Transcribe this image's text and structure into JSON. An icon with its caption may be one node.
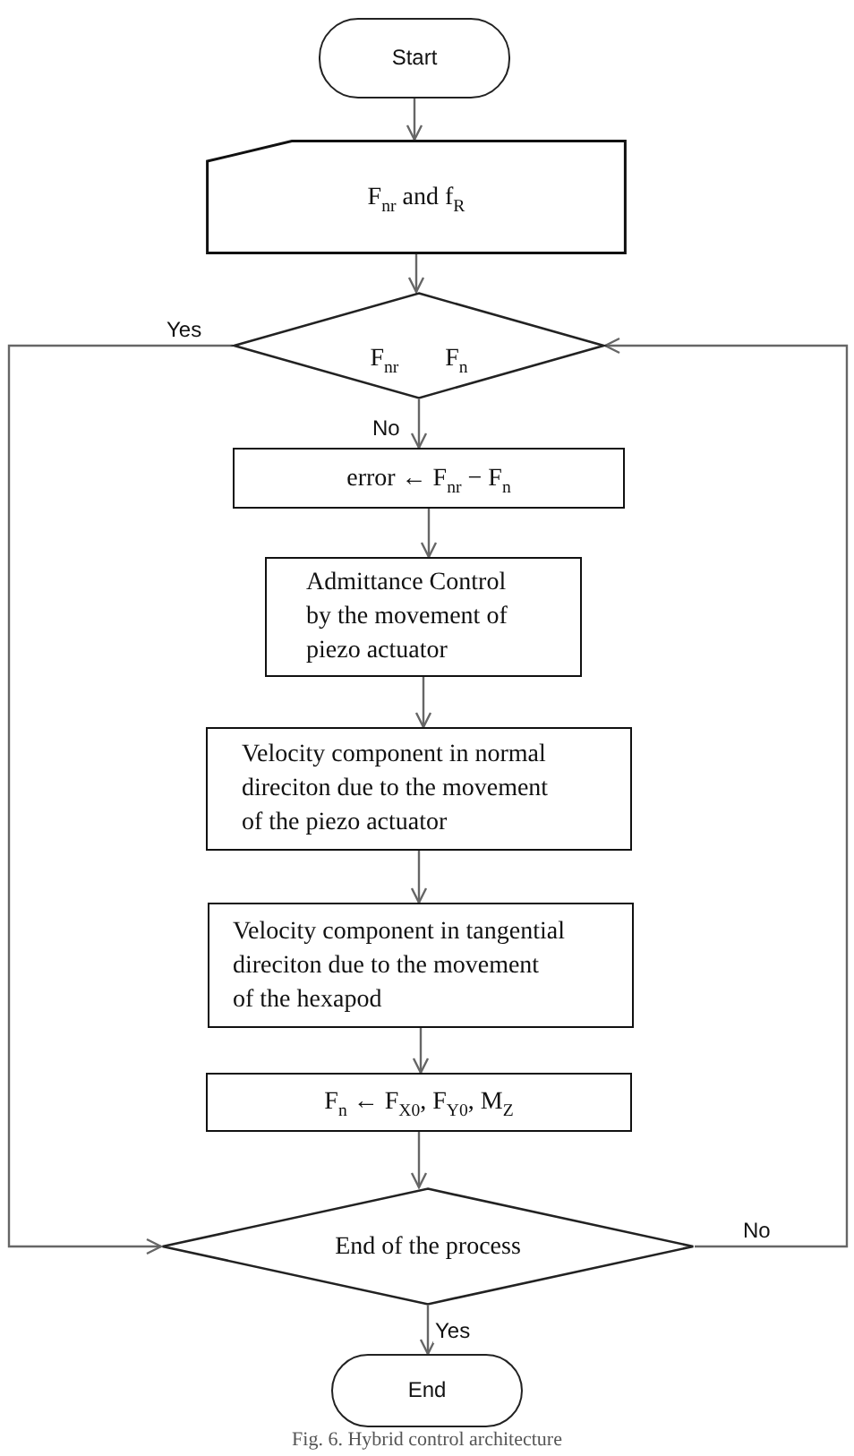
{
  "diagram": {
    "caption": "Fig. 6. Hybrid control architecture",
    "nodes": [
      {
        "text": [
          "Start"
        ]
      },
      {
        "text": [
          "F$_{nr}$ and f$_{R}$"
        ]
      },
      {
        "text": [
          "F$_{nr}$ F$_{n}$"
        ]
      },
      {
        "text": [
          "error ← F$_{nr}$ − F$_{n}$"
        ]
      },
      {
        "text": [
          "Admittance Control by the movement of piezo actuator"
        ]
      },
      {
        "text": [
          "Velocity component in normal direciton due to the movement of the piezo actuator"
        ]
      },
      {
        "text": [
          "Velocity component in tangential direciton due to the movement of the hexapod"
        ]
      },
      {
        "text": [
          "F$_{n}$ ← F$_{X0}$, F$_{Y0}$, M$_{Z}$"
        ]
      },
      {
        "text": [
          "End of the process"
        ]
      },
      {
        "text": [
          "End"
        ]
      }
    ],
    "edges": [
      {
        "from": 0,
        "to": 1,
        "arrow": "to"
      },
      {
        "from": 1,
        "to": 2,
        "arrow": "to"
      },
      {
        "from": 2,
        "to": 3,
        "arrow": "to",
        "label": "No"
      },
      {
        "from": 3,
        "to": 4,
        "arrow": "to"
      },
      {
        "from": 4,
        "to": 5,
        "arrow": "to"
      },
      {
        "from": 5,
        "to": 6,
        "arrow": "to"
      },
      {
        "from": 6,
        "to": 7,
        "arrow": "to"
      },
      {
        "from": 7,
        "to": 8,
        "arrow": "to"
      },
      {
        "from": 8,
        "to": 9,
        "arrow": "to",
        "label": "Yes"
      },
      {
        "from": 8,
        "to": 2,
        "arrow": "to",
        "label": "No"
      },
      {
        "from": 2,
        "to": 8,
        "arrow": "to",
        "label": "Yes"
      }
    ]
  }
}
